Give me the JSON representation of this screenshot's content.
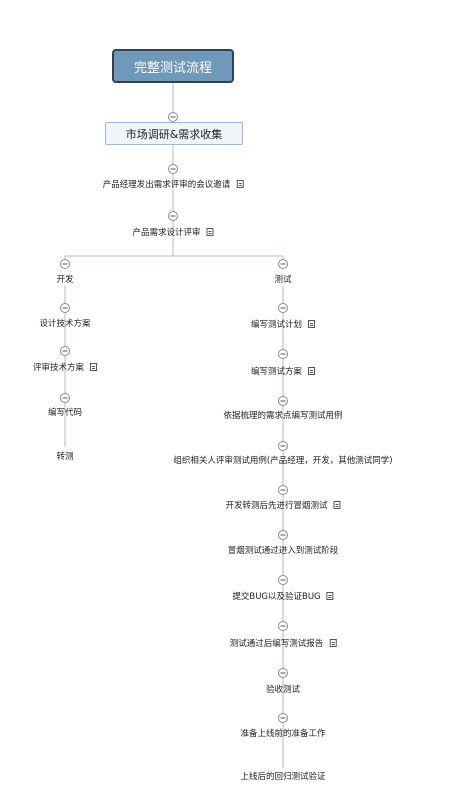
{
  "root": {
    "label": "完整测试流程"
  },
  "sub": {
    "label": "市场调研&需求收集"
  },
  "main_steps": [
    {
      "label": "产品经理发出需求评审的会议邀请",
      "has_note": true
    },
    {
      "label": "产品需求设计评审",
      "has_note": true
    }
  ],
  "dev_branch": {
    "label": "开发",
    "steps": [
      {
        "label": "设计技术方案",
        "has_note": false
      },
      {
        "label": "评审技术方案",
        "has_note": true
      },
      {
        "label": "编写代码",
        "has_note": false
      },
      {
        "label": "转测",
        "has_note": false
      }
    ]
  },
  "test_branch": {
    "label": "测试",
    "steps": [
      {
        "label": "编写测试计划",
        "has_note": true
      },
      {
        "label": "编写测试方案",
        "has_note": true
      },
      {
        "label": "依据梳理的需求点编写测试用例",
        "has_note": false
      },
      {
        "label": "组织相关人评审测试用例(产品经理，开发，其他测试同学)",
        "has_note": false
      },
      {
        "label": "开发转测后先进行冒烟测试",
        "has_note": true
      },
      {
        "label": "冒烟测试通过进入到测试阶段",
        "has_note": false
      },
      {
        "label": "提交BUG以及验证BUG",
        "has_note": true
      },
      {
        "label": "测试通过后编写测试报告",
        "has_note": true
      },
      {
        "label": "验收测试",
        "has_note": false
      },
      {
        "label": "准备上线前的准备工作",
        "has_note": false
      },
      {
        "label": "上线后的回归测试验证",
        "has_note": false
      }
    ]
  },
  "colors": {
    "connector": "#a8bccd",
    "collapse_border": "#8a8a8a",
    "root_fill": "#6f98b9",
    "root_border": "#34414e"
  }
}
